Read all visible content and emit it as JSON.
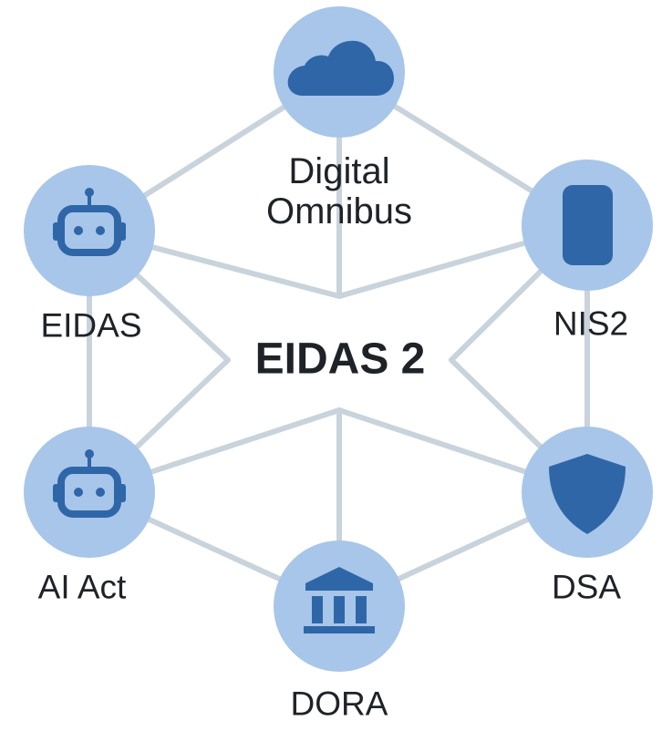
{
  "colors": {
    "edge": "#c9d3dc",
    "node_fill": "#a7c6e9",
    "icon": "#2f66a8",
    "text": "#1f2328"
  },
  "center": {
    "label": "EIDAS 2"
  },
  "nodes": [
    {
      "id": "digital-omnibus",
      "label_line1": "Digital",
      "label_line2": "Omnibus",
      "icon": "cloud-icon"
    },
    {
      "id": "eidas",
      "label": "EIDAS",
      "icon": "robot-icon"
    },
    {
      "id": "nis2",
      "label": "NIS2",
      "icon": "device-icon"
    },
    {
      "id": "ai-act",
      "label": "AI Act",
      "icon": "robot-icon"
    },
    {
      "id": "dsa",
      "label": "DSA",
      "icon": "shield-icon"
    },
    {
      "id": "dora",
      "label": "DORA",
      "icon": "bank-icon"
    }
  ]
}
